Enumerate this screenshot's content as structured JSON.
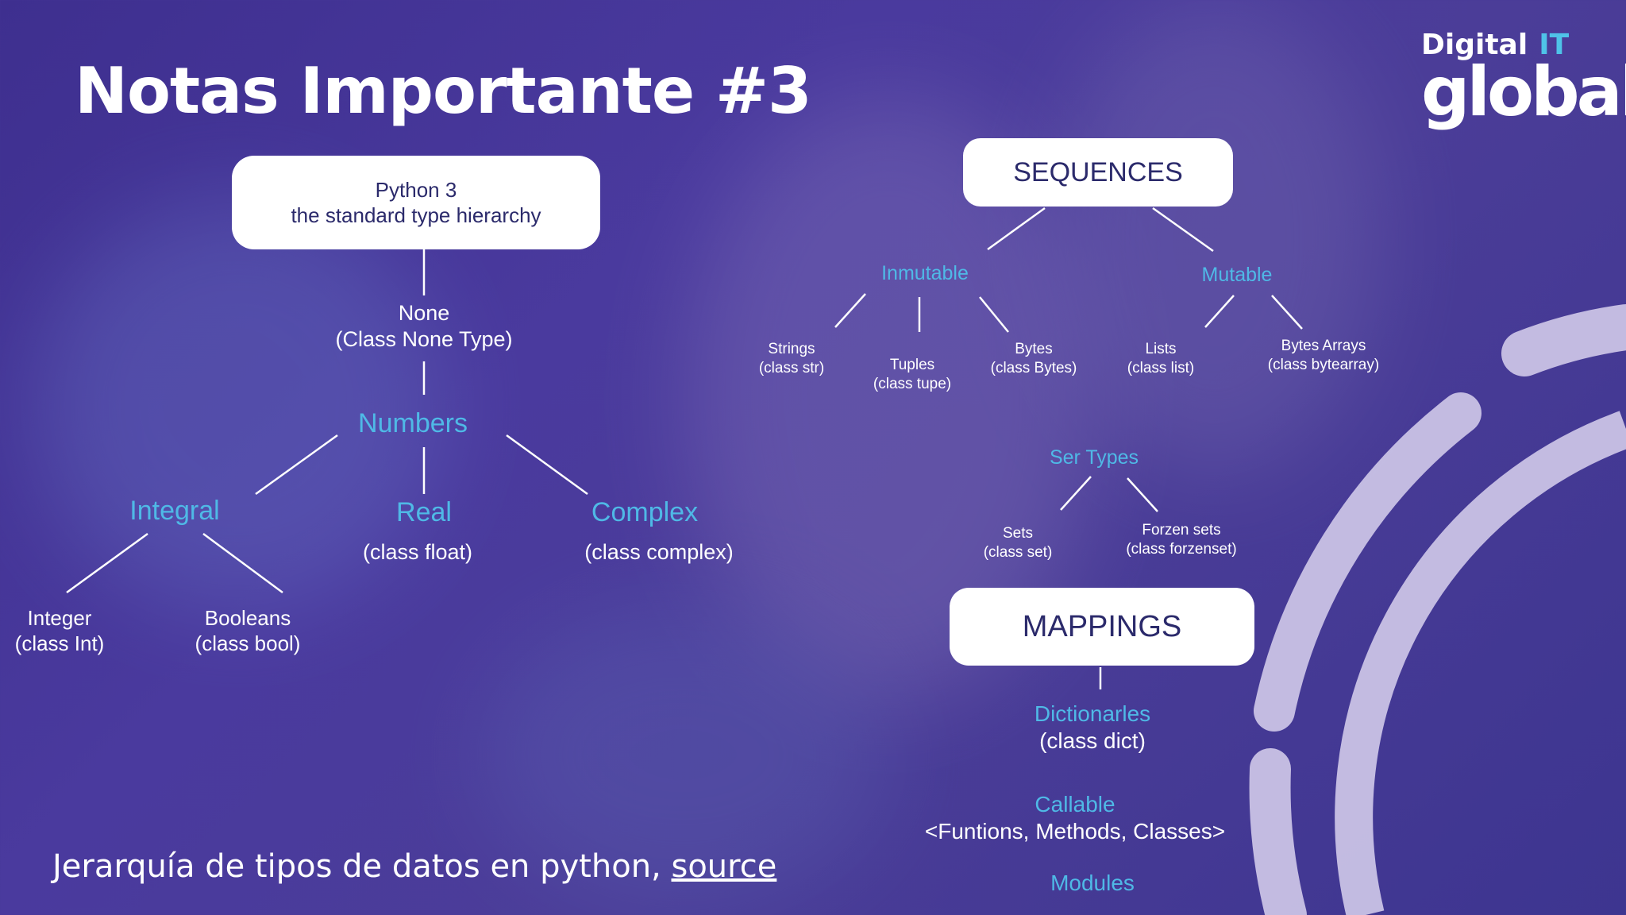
{
  "title": "Notas Importante #3",
  "logo": {
    "line1": "Digital",
    "line1_accent": "IT",
    "line2": "global"
  },
  "root_box": {
    "line1": "Python 3",
    "line2": "the standard type hierarchy"
  },
  "none_node": {
    "line1": "None",
    "line2": "(Class None Type)"
  },
  "numbers": {
    "label": "Numbers",
    "integral": {
      "label": "Integral",
      "integer": {
        "line1": "Integer",
        "line2": "(class Int)"
      },
      "booleans": {
        "line1": "Booleans",
        "line2": "(class bool)"
      }
    },
    "real": {
      "label": "Real",
      "sub": "(class float)"
    },
    "complex": {
      "label": "Complex",
      "sub": "(class complex)"
    }
  },
  "sequences": {
    "label": "SEQUENCES",
    "inmutable": {
      "label": "Inmutable",
      "strings": {
        "line1": "Strings",
        "line2": "(class str)"
      },
      "tuples": {
        "line1": "Tuples",
        "line2": "(class tupe)"
      },
      "bytes": {
        "line1": "Bytes",
        "line2": "(class Bytes)"
      }
    },
    "mutable": {
      "label": "Mutable",
      "lists": {
        "line1": "Lists",
        "line2": "(class list)"
      },
      "bytes_arrays": {
        "line1": "Bytes Arrays",
        "line2": "(class bytearray)"
      }
    }
  },
  "set_types": {
    "label": "Ser Types",
    "sets": {
      "line1": "Sets",
      "line2": "(class set)"
    },
    "frozen_sets": {
      "line1": "Forzen sets",
      "line2": "(class forzenset)"
    }
  },
  "mappings": {
    "label": "MAPPINGS",
    "dictionaries": {
      "line1": "Dictionarles",
      "line2": "(class dict)"
    }
  },
  "callable": {
    "line1": "Callable",
    "line2": "<Funtions, Methods, Classes>"
  },
  "modules": "Modules",
  "footer": {
    "text": "Jerarquía de tipos de datos en python, ",
    "link": "source"
  },
  "colors": {
    "background": "#4a3a9e",
    "accent_cyan": "#4fb9e6",
    "box_text": "#2b2a6b",
    "white": "#ffffff"
  }
}
